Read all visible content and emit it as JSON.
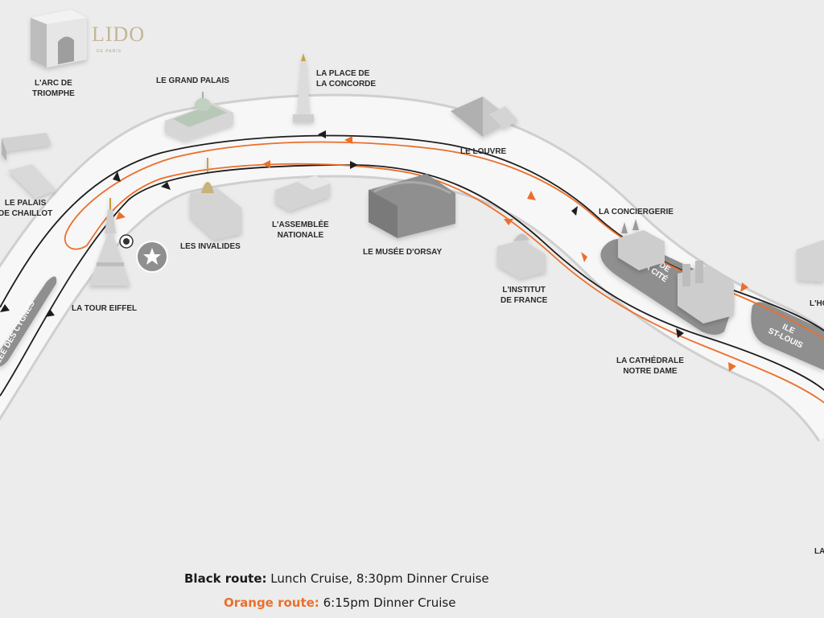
{
  "brand": {
    "name": "LIDO",
    "subtitle": "DE PARIS"
  },
  "colors": {
    "background": "#ececec",
    "river": "#f7f7f7",
    "black_route": "#1d1d1d",
    "orange_route": "#ec6f2b",
    "island": "#8f8f8f",
    "text": "#2a2a2a"
  },
  "landmarks": {
    "arc_de_triomphe": "L'ARC DE\nTRIOMPHE",
    "grand_palais": "LE GRAND PALAIS",
    "concorde": "LA PLACE DE\nLA CONCORDE",
    "louvre": "LE LOUVRE",
    "chaillot": "LE PALAIS\nDE CHAILLOT",
    "invalides": "LES INVALIDES",
    "assemblee": "L'ASSEMBLÉE\nNATIONALE",
    "orsay": "LE MUSÉE D'ORSAY",
    "tour_eiffel": "LA TOUR EIFFEL",
    "conciergerie": "LA CONCIERGERIE",
    "institut": "L'INSTITUT\nDE FRANCE",
    "notre_dame": "LA CATHÉDRALE\nNOTRE DAME",
    "hotel_de_ville": "L'HÔ",
    "edge_bottom_right": "LA"
  },
  "islands": {
    "cygnes": "ALLÉE DES CYGNES",
    "cite": "ILE DE\nLA CITÉ",
    "st_louis": "ILE\nST-LOUIS"
  },
  "legend": {
    "black_key": "Black route:",
    "black_text": "Lunch Cruise, 8:30pm Dinner Cruise",
    "orange_key": "Orange route:",
    "orange_text": "6:15pm Dinner Cruise"
  },
  "icons": [
    "arc-de-triomphe-icon",
    "grand-palais-icon",
    "obelisk-icon",
    "louvre-pyramid-icon",
    "chaillot-icon",
    "invalides-icon",
    "assemblee-icon",
    "orsay-icon",
    "eiffel-tower-icon",
    "conciergerie-icon",
    "institut-icon",
    "notre-dame-icon",
    "hotel-de-ville-icon",
    "boat-pier-icon",
    "restaurant-seal-icon"
  ]
}
